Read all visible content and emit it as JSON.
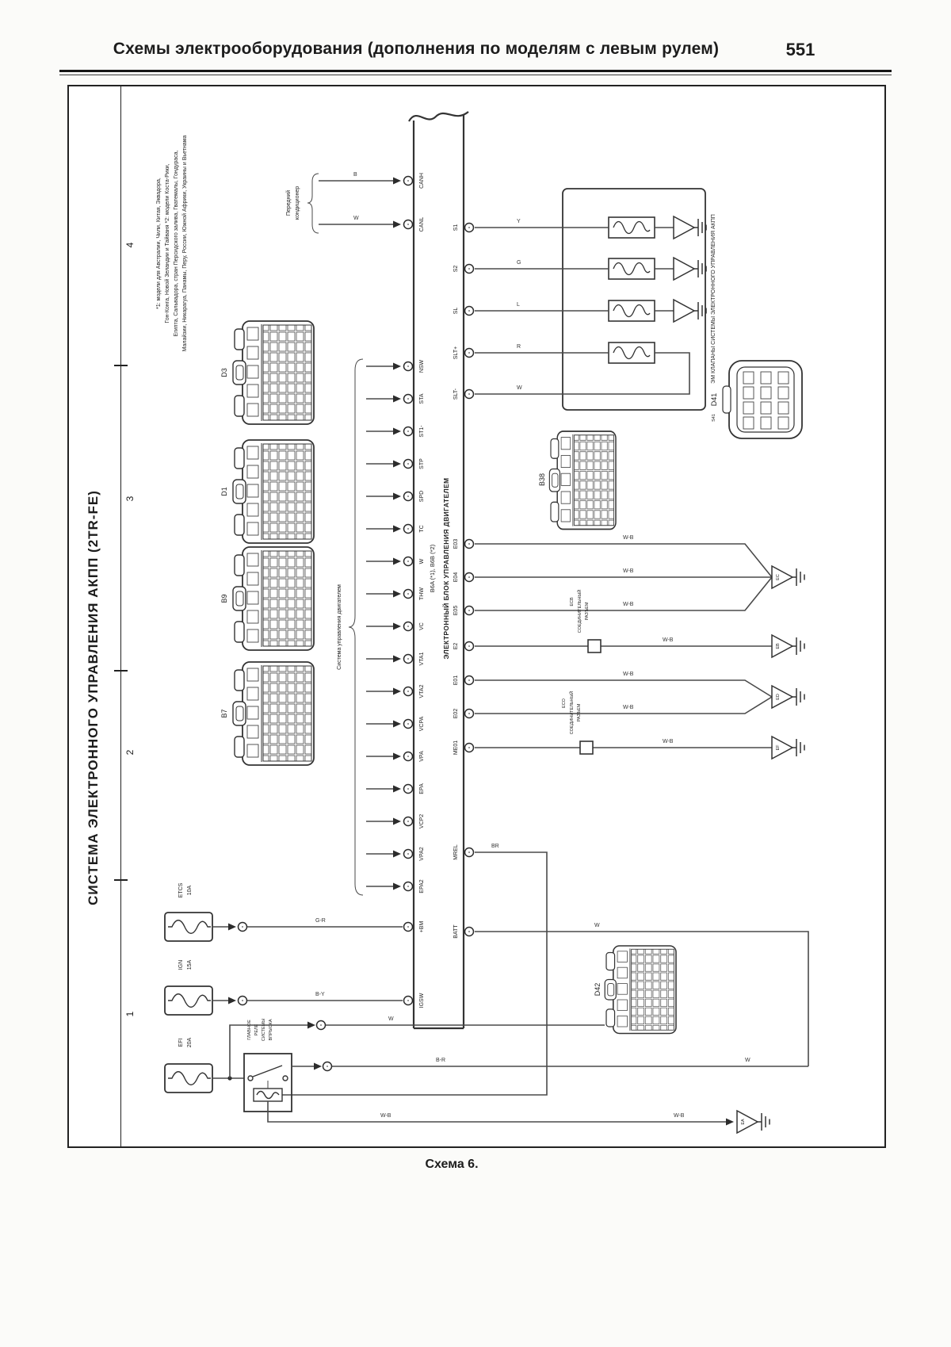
{
  "page": {
    "title": "Схемы электрооборудования (дополнения по моделям с левым рулем)",
    "number": "551",
    "caption": "Схема 6."
  },
  "sidebar": {
    "title": "СИСТЕМА ЭЛЕКТРОННОГО УПРАВЛЕНИЯ АКПП (2TR-FE)",
    "sections": [
      "4",
      "3",
      "2",
      "1"
    ]
  },
  "notes": {
    "lines": [
      "*1: модели для Австралии, Чили, Китая, Эквадора,",
      "Гон-Конга, Новой Зеландии и Тайваня  *2: модели Коста-Рики,",
      "Египта, Сальвадора, стран Персидского залива, Гватемалы, Гондураса,",
      "Малайзии, Никарагуа, Панамы, Перу, России, Южной Африки, Украины и Вьетнама"
    ]
  },
  "front": {
    "lines": [
      "Передний",
      "кондиционер"
    ]
  },
  "brace_label": "Система управления двигателем",
  "ecu": {
    "ids": "B6A (*1), B6B (*2)",
    "label": "ЭЛЕКТРОННЫЙ БЛОК УПРАВЛЕНИЯ ДВИГАТЕЛЕМ"
  },
  "solenoids": {
    "id": "S41",
    "label": "ЭМ КЛАПАНЫ СИСТЕМЫ ЭЛЕКТРОННОГО УПРАВЛЕНИЯ АКПП"
  },
  "connectors": {
    "d3": "D3",
    "d1": "D1",
    "b9": "B9",
    "b7": "B7",
    "b38": "B38",
    "d41": "D41",
    "d42": "D42"
  },
  "junction": {
    "word1": "СОЕДИНИТЕЛЬНЫЙ",
    "word2": "РАЗЪЕМ",
    "ids": [
      "ECB",
      "ECO"
    ]
  },
  "fuses": [
    {
      "name": "ETCS",
      "rating": "10A"
    },
    {
      "name": "IGN",
      "rating": "15A"
    },
    {
      "name": "EFI",
      "rating": "20A"
    }
  ],
  "relay": {
    "lines": [
      "ГЛАВНОЕ",
      "РЕЛЕ",
      "СИСТЕМЫ",
      "ВПРЫСКА"
    ]
  },
  "grounds": [
    "EC",
    "EB",
    "ED",
    "EF",
    "EA"
  ],
  "pins": {
    "left_top": [
      {
        "label": "CANH",
        "wire": "B"
      },
      {
        "label": "CANL",
        "wire": "W"
      }
    ],
    "left_main": [
      "NSW",
      "STA",
      "ST1-",
      "STP",
      "SPD",
      "TC",
      "W",
      "THW",
      "VC",
      "VTA1",
      "VTA2",
      "VCPA",
      "VPA",
      "EPA",
      "VCP2",
      "VPA2",
      "EPA2"
    ],
    "left_bottom": [
      {
        "label": "+BM",
        "wire": "G-R"
      },
      {
        "label": "IGSW",
        "wire": "B-Y"
      }
    ],
    "right_top": [
      {
        "label": "S1",
        "wire": "Y"
      },
      {
        "label": "S2",
        "wire": "G"
      },
      {
        "label": "SL",
        "wire": "L"
      },
      {
        "label": "SLT+",
        "wire": "R"
      },
      {
        "label": "SLT-",
        "wire": "W"
      }
    ],
    "right_mid": [
      {
        "label": "E03",
        "wire": "W-B"
      },
      {
        "label": "E04",
        "wire": "W-B"
      },
      {
        "label": "E05",
        "wire": "W-B"
      },
      {
        "label": "E2",
        "wire": "W-B"
      },
      {
        "label": "E01",
        "wire": "W-B"
      },
      {
        "label": "E02",
        "wire": "W-B"
      },
      {
        "label": "ME01",
        "wire": "W-B"
      }
    ],
    "right_bottom": [
      {
        "label": "MREL",
        "wire": "BR"
      },
      {
        "label": "BATT",
        "wire": "W"
      }
    ]
  },
  "wires": {
    "batt_row": "W",
    "relay_out": "B-R",
    "coil_gnd": "W-B",
    "d42_row": "W"
  }
}
